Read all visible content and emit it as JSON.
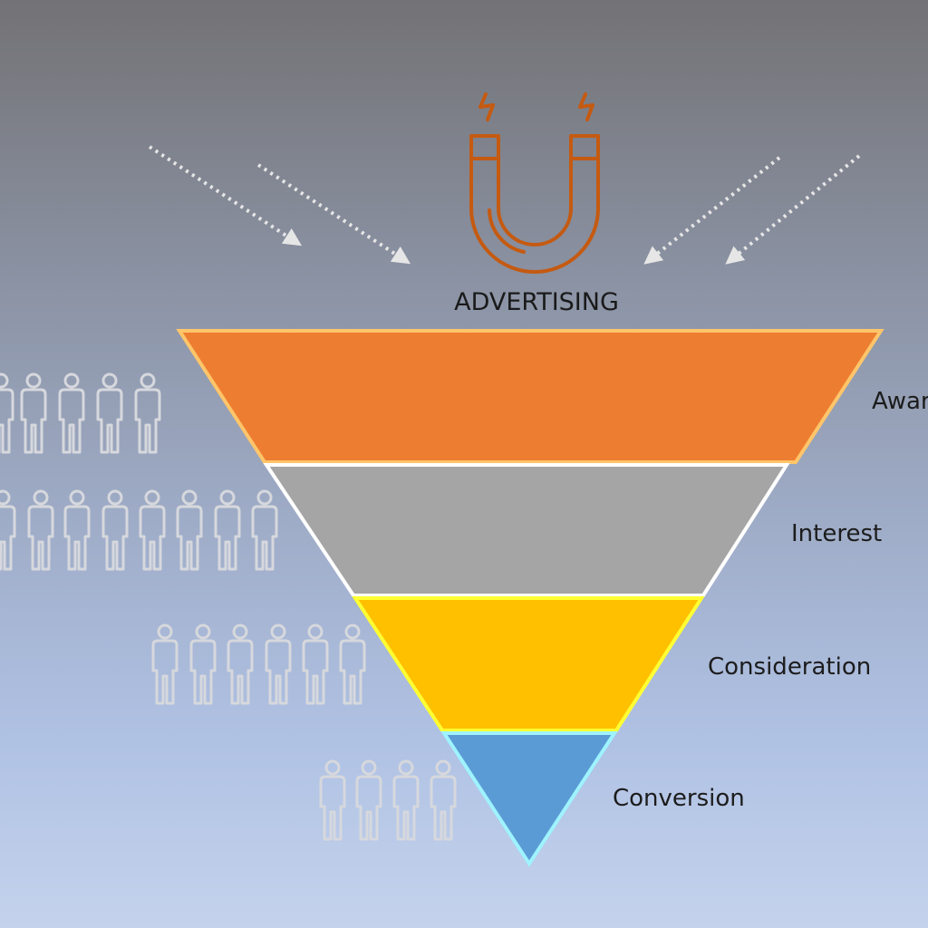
{
  "top_label": "ADVERTISING",
  "stages": [
    {
      "label": "Awareness",
      "color": "#ed7d31",
      "border": "#ffc56a",
      "people": 5
    },
    {
      "label": "Interest",
      "color": "#a5a5a5",
      "border": "#ffffff",
      "people": 8
    },
    {
      "label": "Consideration",
      "color": "#ffc000",
      "border": "#ffff33",
      "people": 6
    },
    {
      "label": "Conversion",
      "color": "#5b9bd5",
      "border": "#9ef3ff",
      "people": 4
    }
  ],
  "colors": {
    "magnet": "#c55a11",
    "arrows": "#e6e6e6",
    "people": "#d6d8dd"
  },
  "icons": [
    "magnet-icon",
    "dotted-arrow-icon",
    "person-icon"
  ]
}
